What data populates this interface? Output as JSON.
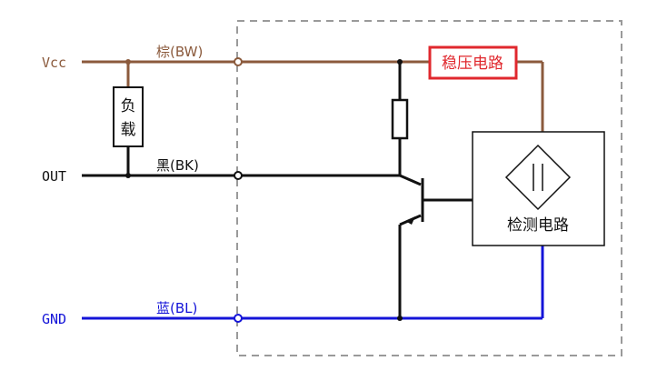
{
  "labels": {
    "vcc": "Vcc",
    "out": "OUT",
    "gnd": "GND",
    "wire_brown": "棕(BW)",
    "wire_black": "黑(BK)",
    "wire_blue": "蓝(BL)",
    "load_line1": "负",
    "load_line2": "载",
    "regulator": "稳压电路",
    "detector": "检测电路"
  },
  "colors": {
    "brown": "#8B5A3C",
    "black": "#111111",
    "blue": "#1414D8",
    "regulator_border": "#E0282E",
    "dashed_box": "#9a9a9a"
  }
}
